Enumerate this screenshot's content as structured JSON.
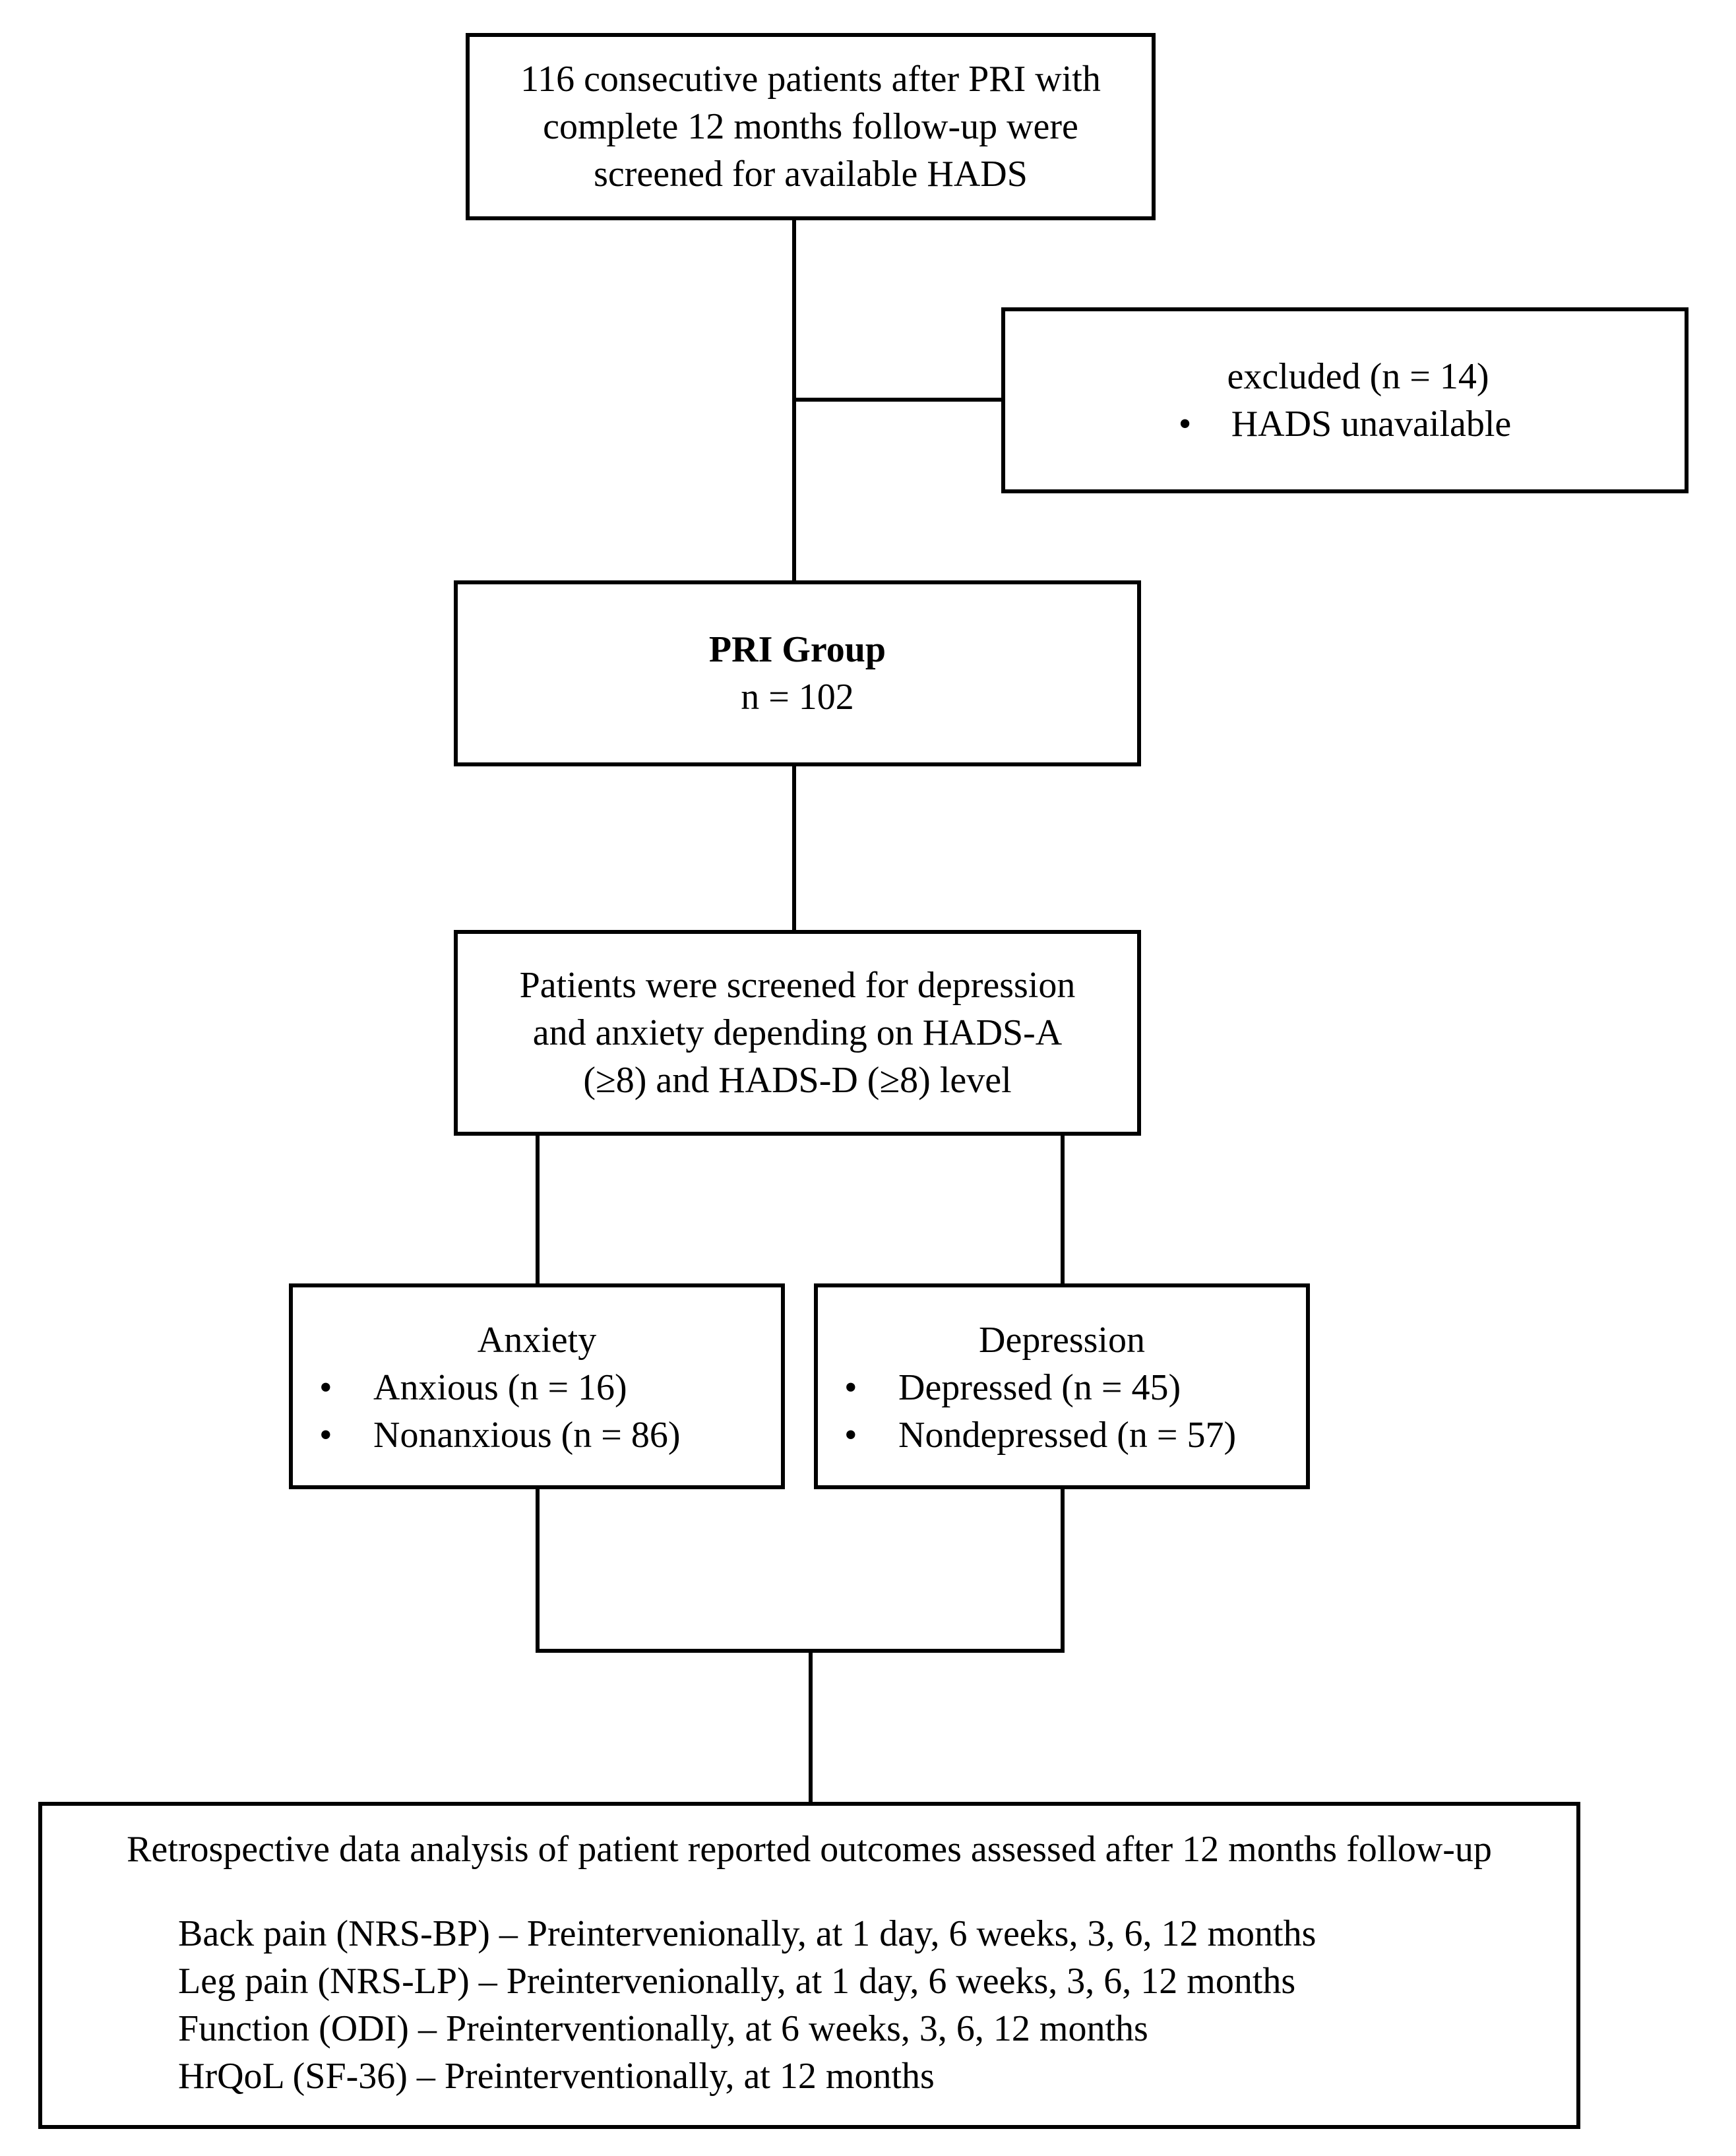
{
  "screening": {
    "lines": [
      "116 consecutive patients after PRI with",
      "complete 12 months follow-up were",
      "screened for available HADS"
    ]
  },
  "excluded": {
    "title": "excluded (n = 14)",
    "items": [
      "HADS unavailable"
    ]
  },
  "group": {
    "title": "PRI Group",
    "count": "n = 102"
  },
  "screened_for": {
    "lines": [
      "Patients were screened for depression",
      "and anxiety depending on HADS-A",
      "(≥8) and HADS-D (≥8) level"
    ]
  },
  "anxiety": {
    "title": "Anxiety",
    "items": [
      "Anxious (n = 16)",
      "Nonanxious (n = 86)"
    ]
  },
  "depression": {
    "title": "Depression",
    "items": [
      "Depressed (n = 45)",
      "Nondepressed (n = 57)"
    ]
  },
  "analysis": {
    "title": "Retrospective data analysis of patient reported outcomes assessed after 12 months follow-up",
    "items": [
      "Back pain (NRS-BP) – Preintervenionally, at 1 day, 6 weeks, 3, 6, 12 months",
      "Leg pain (NRS-LP) – Preintervenionally, at 1 day, 6 weeks, 3, 6, 12 months",
      "Function (ODI) – Preinterventionally, at 6 weeks, 3, 6, 12 months",
      "HrQoL (SF-36) – Preinterventionally, at 12 months"
    ]
  },
  "bullet_glyph": "•"
}
